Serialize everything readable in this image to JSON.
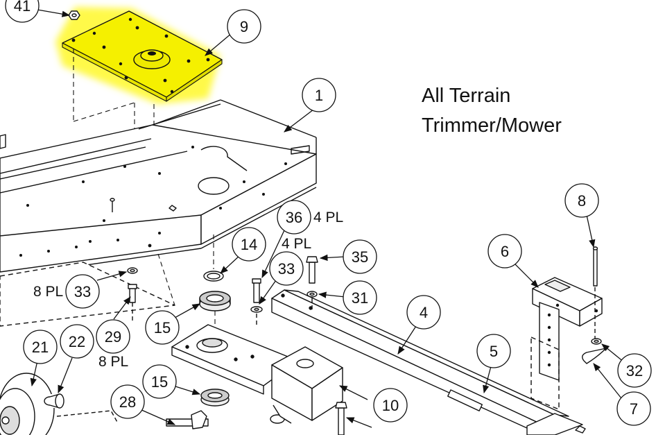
{
  "title": {
    "line1": "All Terrain",
    "line2": "Trimmer/Mower"
  },
  "colors": {
    "highlight": "#f5f000",
    "highlight_glow": "#fffb3a",
    "line": "#111111"
  },
  "callouts": [
    {
      "id": "c41",
      "label": "41"
    },
    {
      "id": "c9",
      "label": "9"
    },
    {
      "id": "c1",
      "label": "1"
    },
    {
      "id": "c8",
      "label": "8"
    },
    {
      "id": "c6",
      "label": "6"
    },
    {
      "id": "c36",
      "label": "36"
    },
    {
      "id": "c14",
      "label": "14"
    },
    {
      "id": "c33a",
      "label": "33"
    },
    {
      "id": "c35",
      "label": "35"
    },
    {
      "id": "c33b",
      "label": "33"
    },
    {
      "id": "c31",
      "label": "31"
    },
    {
      "id": "c4",
      "label": "4"
    },
    {
      "id": "c15a",
      "label": "15"
    },
    {
      "id": "c29",
      "label": "29"
    },
    {
      "id": "c21",
      "label": "21"
    },
    {
      "id": "c22",
      "label": "22"
    },
    {
      "id": "c5",
      "label": "5"
    },
    {
      "id": "c32",
      "label": "32"
    },
    {
      "id": "c15b",
      "label": "15"
    },
    {
      "id": "c28",
      "label": "28"
    },
    {
      "id": "c10",
      "label": "10"
    },
    {
      "id": "c7",
      "label": "7"
    }
  ],
  "quantity_notes": [
    {
      "id": "q36",
      "text": "4 PL"
    },
    {
      "id": "q33a",
      "text": "4 PL"
    },
    {
      "id": "q33b",
      "text": "8 PL"
    },
    {
      "id": "q29",
      "text": "8 PL"
    }
  ]
}
